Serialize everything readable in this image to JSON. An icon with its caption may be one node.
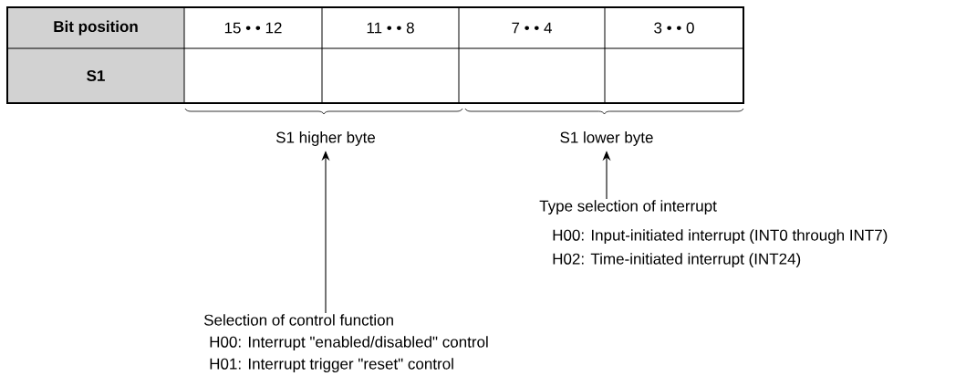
{
  "diagram": {
    "nodes": [
      {
        "text": [
          "S1 higher byte"
        ]
      },
      {
        "text": [
          "S1 lower byte"
        ]
      },
      {
        "text": [
          "Type selection of interrupt",
          "H00: Input-initiated interrupt (INT0 through INT7)",
          "H02: Time-initiated interrupt (INT24)"
        ]
      },
      {
        "text": [
          "Selection of control function",
          "H00: Interrupt \"enabled/disabled\" control",
          "H01: Interrupt trigger \"reset\" control"
        ]
      }
    ],
    "edges": [
      {
        "from": 2,
        "to": 1,
        "arrow": "to"
      },
      {
        "from": 3,
        "to": 0,
        "arrow": "to"
      }
    ],
    "labels": [
      "Bit position",
      "15 • • 12",
      "11 • • 8",
      "7 • • 4",
      "3 • • 0",
      "S1"
    ]
  }
}
